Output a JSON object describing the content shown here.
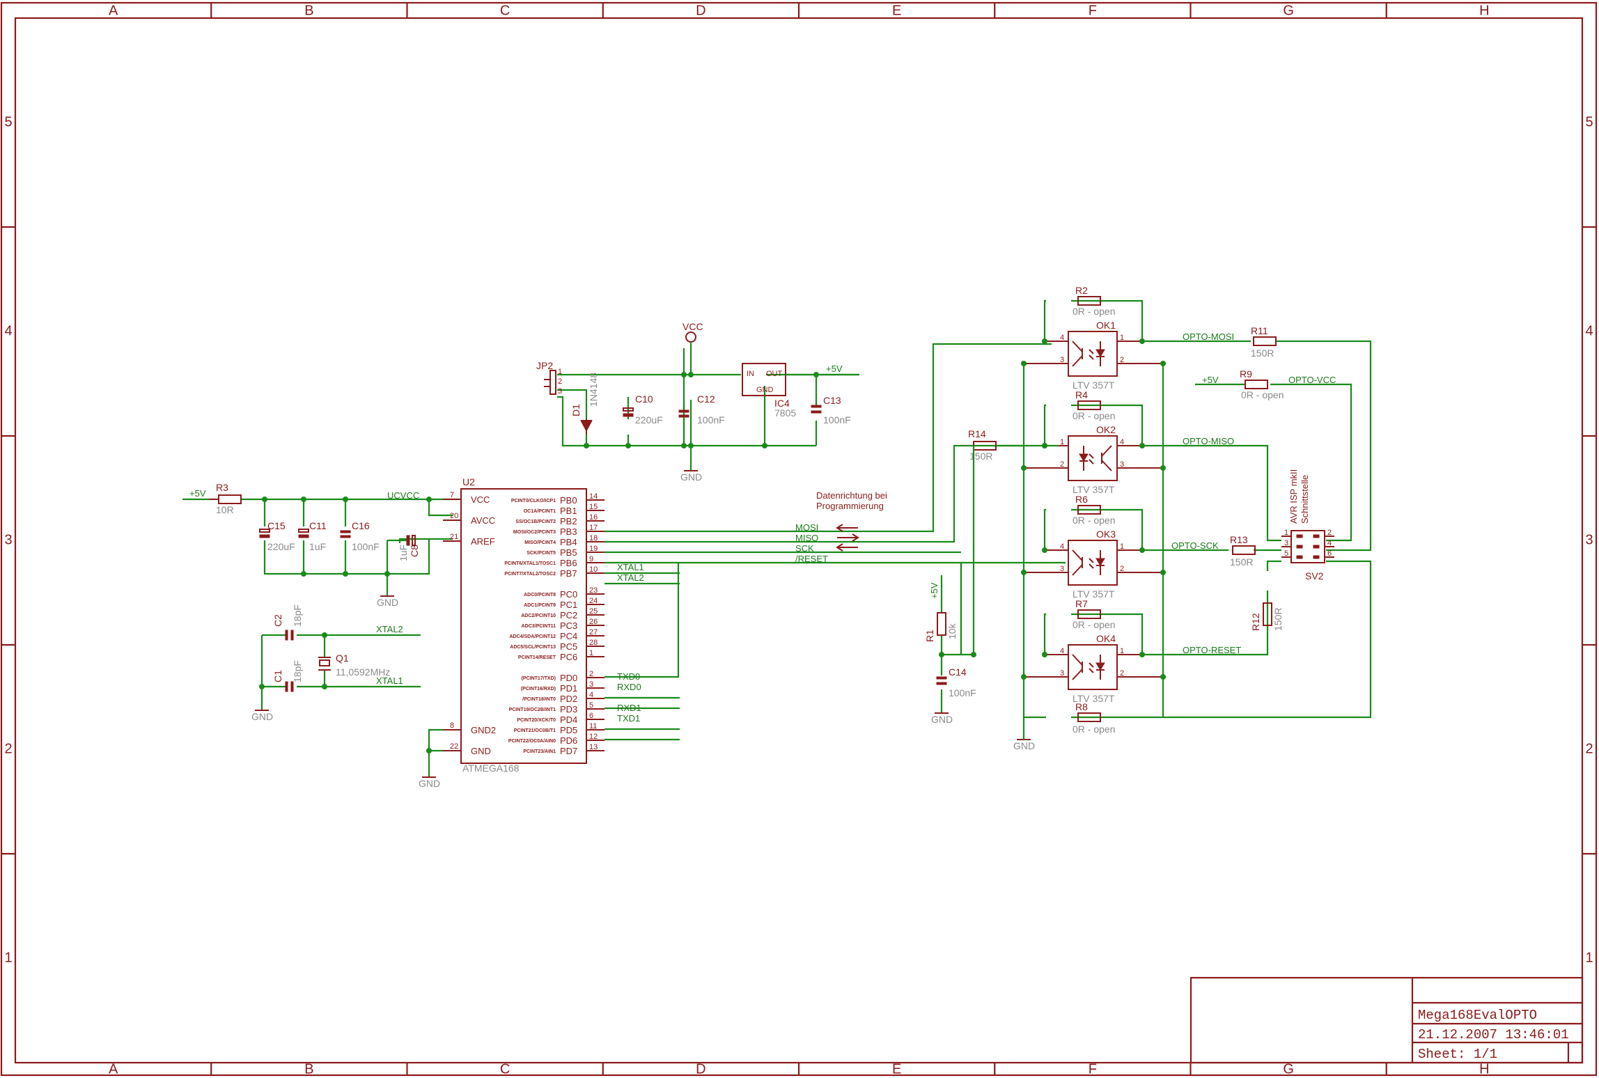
{
  "frame": {
    "columns": [
      "A",
      "B",
      "C",
      "D",
      "E",
      "F",
      "G",
      "H"
    ],
    "rows": [
      "5",
      "4",
      "3",
      "2",
      "1"
    ]
  },
  "title_block": {
    "name": "Mega168EvalOPTO",
    "date": "21.12.2007 13:46:01",
    "sheet": "Sheet: 1/1"
  },
  "components": {
    "jp2": {
      "name": "JP2",
      "pins": [
        "1",
        "2",
        "3"
      ]
    },
    "d1": {
      "name": "D1",
      "value": "1N4148"
    },
    "c10": {
      "name": "C10",
      "value": "220uF"
    },
    "c12": {
      "name": "C12",
      "value": "100nF"
    },
    "ic4": {
      "name": "IC4",
      "value": "7805",
      "pin_in": "IN",
      "pin_out": "OUT",
      "pin_gnd": "GND"
    },
    "c13": {
      "name": "C13",
      "value": "100nF"
    },
    "vcc": "VCC",
    "r3": {
      "name": "R3",
      "value": "10R"
    },
    "c15": {
      "name": "C15",
      "value": "220uF"
    },
    "c11": {
      "name": "C11",
      "value": "1uF"
    },
    "c16": {
      "name": "C16",
      "value": "100nF"
    },
    "c8": {
      "name": "C8",
      "value": "1uF"
    },
    "c2": {
      "name": "C2",
      "value": "18pF"
    },
    "c1": {
      "name": "C1",
      "value": "18pF"
    },
    "q1": {
      "name": "Q1",
      "value": "11,0592MHz"
    },
    "r1": {
      "name": "R1",
      "value": "10k"
    },
    "c14": {
      "name": "C14",
      "value": "100nF"
    },
    "r14": {
      "name": "R14",
      "value": "150R"
    },
    "r2": {
      "name": "R2",
      "value": "0R - open"
    },
    "r4": {
      "name": "R4",
      "value": "0R - open"
    },
    "r6": {
      "name": "R6",
      "value": "0R - open"
    },
    "r7": {
      "name": "R7",
      "value": "0R - open"
    },
    "r8": {
      "name": "R8",
      "value": "0R - open"
    },
    "r9": {
      "name": "R9",
      "value": "0R - open"
    },
    "r11": {
      "name": "R11",
      "value": "150R"
    },
    "r13": {
      "name": "R13",
      "value": "150R"
    },
    "r12": {
      "name": "R12",
      "value": "150R"
    },
    "ok1": {
      "name": "OK1",
      "value": "LTV 357T"
    },
    "ok2": {
      "name": "OK2",
      "value": "LTV 357T"
    },
    "ok3": {
      "name": "OK3",
      "value": "LTV 357T"
    },
    "ok4": {
      "name": "OK4",
      "value": "LTV 357T"
    },
    "sv2": {
      "name": "SV2",
      "label_line1": "AVR ISP mkII",
      "label_line2": "Schnittstelle"
    }
  },
  "ok_pins": [
    "1",
    "2",
    "3",
    "4"
  ],
  "sv2_pins": [
    "1",
    "2",
    "3",
    "4",
    "5",
    "6"
  ],
  "u2": {
    "name": "U2",
    "value": "ATMEGA168",
    "left_pins": [
      {
        "label": "VCC",
        "num": "7"
      },
      {
        "label": "AVCC",
        "num": "20"
      },
      {
        "label": "AREF",
        "num": "21"
      },
      {
        "label": "GND2",
        "num": "8"
      },
      {
        "label": "GND",
        "num": "22"
      }
    ],
    "right_pins": [
      {
        "label": "PB0",
        "alt": "PCINT0/CLKO/ICP1",
        "num": "14"
      },
      {
        "label": "PB1",
        "alt": "OC1A/PCINT1",
        "num": "15"
      },
      {
        "label": "PB2",
        "alt": "SS/OC1B/PCINT2",
        "num": "16"
      },
      {
        "label": "PB3",
        "alt": "MOSI/OC2/PCINT3",
        "num": "17"
      },
      {
        "label": "PB4",
        "alt": "MISO/PCINT4",
        "num": "18"
      },
      {
        "label": "PB5",
        "alt": "SCK/PCINT5",
        "num": "19"
      },
      {
        "label": "PB6",
        "alt": "PCINT6/XTAL1/TOSC1",
        "num": "9"
      },
      {
        "label": "PB7",
        "alt": "PCINT7/XTAL2/TOSC2",
        "num": "10"
      },
      {
        "label": "PC0",
        "alt": "ADC0/PCINT8",
        "num": "23"
      },
      {
        "label": "PC1",
        "alt": "ADC1/PCINT9",
        "num": "24"
      },
      {
        "label": "PC2",
        "alt": "ADC2/PCINT10",
        "num": "25"
      },
      {
        "label": "PC3",
        "alt": "ADC3/PCINT11",
        "num": "26"
      },
      {
        "label": "PC4",
        "alt": "ADC4/SDA/PCINT12",
        "num": "27"
      },
      {
        "label": "PC5",
        "alt": "ADC5/SCL/PCINT13",
        "num": "28"
      },
      {
        "label": "PC6",
        "alt": "PCINT14/RESET",
        "num": "1"
      },
      {
        "label": "PD0",
        "alt": "(PCINT17/TXD)",
        "num": "2"
      },
      {
        "label": "PD1",
        "alt": "(PCINT16/RXD)",
        "num": "3"
      },
      {
        "label": "PD2",
        "alt": "/PCINT18/INT0",
        "num": "4"
      },
      {
        "label": "PD3",
        "alt": "PCINT19/OC2B/INT1",
        "num": "5"
      },
      {
        "label": "PD4",
        "alt": "PCINT20/XCK/T0",
        "num": "6"
      },
      {
        "label": "PD5",
        "alt": "PCINT21/OC0B/T1",
        "num": "11"
      },
      {
        "label": "PD6",
        "alt": "PCINT22/OC0A/AIN0",
        "num": "12"
      },
      {
        "label": "PD7",
        "alt": "PCINT23/AIN1",
        "num": "13"
      }
    ]
  },
  "nets": {
    "plus5v": "+5V",
    "gnd": "GND",
    "ucvcc": "UCVCC",
    "xtal1": "XTAL1",
    "xtal2": "XTAL2",
    "txd0": "TXD0",
    "rxd0": "RXD0",
    "rxd1": "RXD1",
    "txd1": "TXD1",
    "mosi": "MOSI",
    "miso": "MISO",
    "sck": "SCK",
    "reset": "/RESET",
    "opto_mosi": "OPTO-MOSI",
    "opto_miso": "OPTO-MISO",
    "opto_sck": "OPTO-SCK",
    "opto_reset": "OPTO-RESET",
    "opto_vcc": "OPTO-VCC"
  },
  "notes": {
    "direction_line1": "Datenrichtung bei",
    "direction_line2": "Programmierung"
  },
  "colors": {
    "part": "#8b1a1a",
    "wire": "#1a8a1a",
    "value": "#8a8a8a"
  }
}
